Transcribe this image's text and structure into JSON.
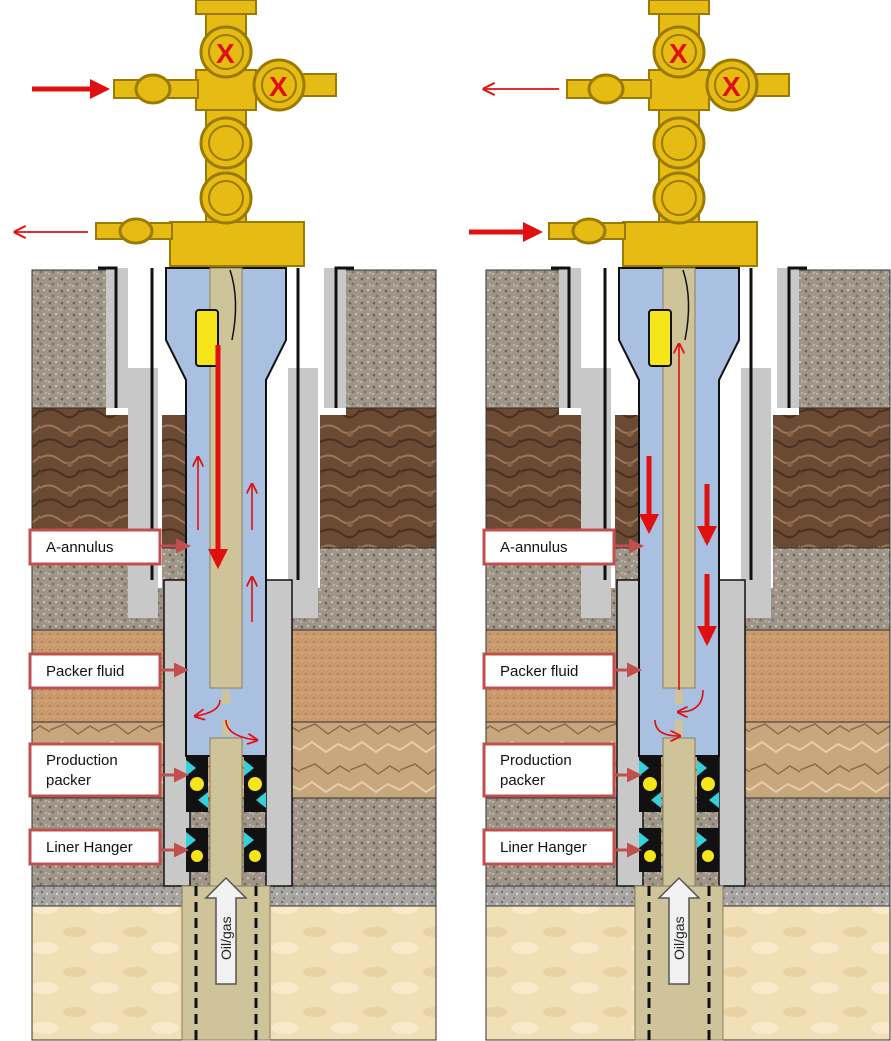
{
  "labels": {
    "a_annulus": "A-annulus",
    "packer_fluid": "Packer fluid",
    "production_packer_line1": "Production",
    "production_packer_line2": "packer",
    "liner_hanger": "Liner Hanger",
    "oil_gas": "Oil/gas",
    "closed_valve_mark": "X"
  },
  "colors": {
    "wellhead": "#e6bb14",
    "wellhead_dark": "#9a7a00",
    "annulus_fluid": "#a9c0e0",
    "tubing": "#cfc39a",
    "casing": "#c8c8c8",
    "flow_arrow": "#e01010",
    "label_border": "#c0504d",
    "packer_element": "#33d1dc",
    "gauge": "#f5e51a"
  },
  "panels": [
    {
      "id": "left",
      "injection_side": "tubing-top",
      "return_side": "annulus"
    },
    {
      "id": "right",
      "injection_side": "annulus",
      "return_side": "tubing-top"
    }
  ]
}
